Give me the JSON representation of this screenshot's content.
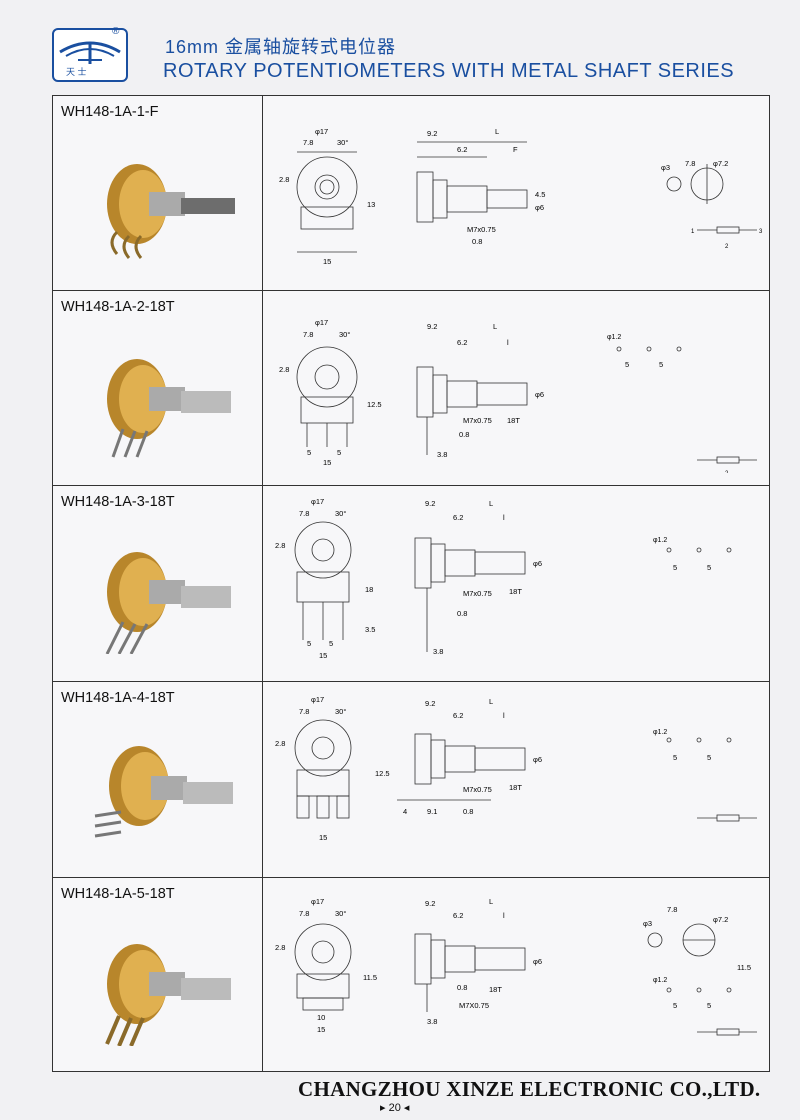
{
  "header": {
    "title_cn": "16mm 金属轴旋转式电位器",
    "title_en": "ROTARY POTENTIOMETERS WITH METAL SHAFT SERIES",
    "logo_text": "天 士",
    "logo_reg": "®"
  },
  "rows": [
    {
      "model": "WH148-1A-1-F"
    },
    {
      "model": "WH148-1A-2-18T"
    },
    {
      "model": "WH148-1A-3-18T"
    },
    {
      "model": "WH148-1A-4-18T"
    },
    {
      "model": "WH148-1A-5-18T"
    }
  ],
  "dims": {
    "d17": "φ17",
    "d7_8": "7.8",
    "a30": "30°",
    "d2_8": "2.8",
    "d13": "13",
    "d15": "15",
    "d9_2": "9.2",
    "d6_2": "6.2",
    "L": "L",
    "F": "F",
    "l": "l",
    "m7": "M7x0.75",
    "m7b": "M7X0.75",
    "d0_8": "0.8",
    "d4_5": "4.5",
    "d6": "φ6",
    "d3": "φ3",
    "d7_2": "φ7.2",
    "d1_2": "φ1.2",
    "d5": "5",
    "d18t": "18T",
    "d12_5": "12.5",
    "d3_8": "3.8",
    "d18": "18",
    "d3_5": "3.5",
    "d4": "4",
    "d9_1": "9.1",
    "d10": "10",
    "d11_5": "11.5",
    "p1": "1",
    "p2": "2",
    "p3": "3"
  },
  "footer": {
    "company": "CHANGZHOU XINZE ELECTRONIC CO.,LTD.",
    "page": "▸ 20 ◂"
  }
}
